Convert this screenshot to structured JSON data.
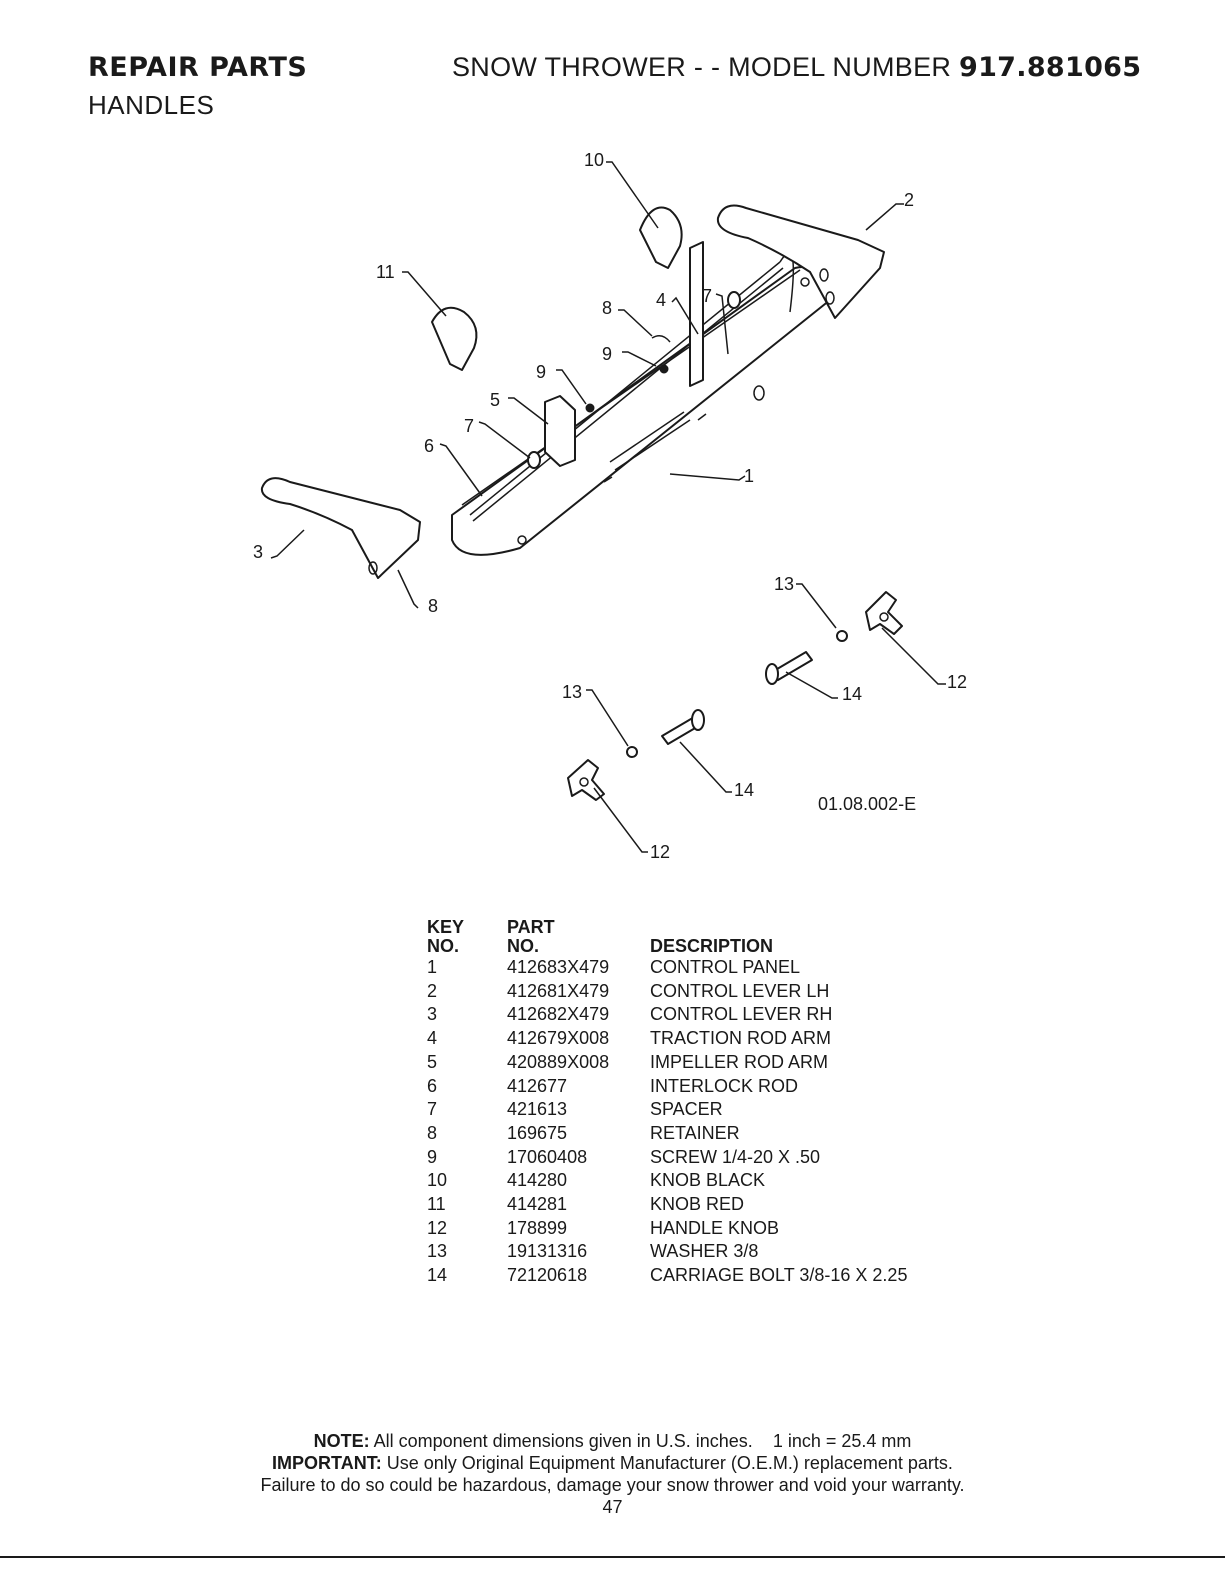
{
  "header": {
    "section": "REPAIR PARTS",
    "title_prefix": "SNOW THROWER - - MODEL NUMBER ",
    "model": "917.881065",
    "subtitle": "HANDLES"
  },
  "diagram": {
    "reference": "01.08.002-E",
    "callouts": [
      "10",
      "2",
      "11",
      "8",
      "4",
      "7",
      "9",
      "9",
      "5",
      "7",
      "6",
      "1",
      "3",
      "8",
      "13",
      "12",
      "14",
      "13",
      "14",
      "12"
    ]
  },
  "parts_table": {
    "headers": {
      "key_top": "KEY",
      "key_bottom": "NO.",
      "part_top": "PART",
      "part_bottom": "NO.",
      "description": "DESCRIPTION"
    },
    "rows": [
      {
        "key": "1",
        "part": "412683X479",
        "desc": "CONTROL PANEL"
      },
      {
        "key": "2",
        "part": "412681X479",
        "desc": "CONTROL LEVER LH"
      },
      {
        "key": "3",
        "part": "412682X479",
        "desc": "CONTROL LEVER RH"
      },
      {
        "key": "4",
        "part": "412679X008",
        "desc": "TRACTION ROD ARM"
      },
      {
        "key": "5",
        "part": "420889X008",
        "desc": "IMPELLER ROD ARM"
      },
      {
        "key": "6",
        "part": "412677",
        "desc": "INTERLOCK ROD"
      },
      {
        "key": "7",
        "part": "421613",
        "desc": "SPACER"
      },
      {
        "key": "8",
        "part": "169675",
        "desc": "RETAINER"
      },
      {
        "key": "9",
        "part": "17060408",
        "desc": "SCREW 1/4-20 X .50"
      },
      {
        "key": "10",
        "part": "414280",
        "desc": "KNOB BLACK"
      },
      {
        "key": "11",
        "part": "414281",
        "desc": "KNOB RED"
      },
      {
        "key": "12",
        "part": "178899",
        "desc": "HANDLE KNOB"
      },
      {
        "key": "13",
        "part": "19131316",
        "desc": "WASHER 3/8"
      },
      {
        "key": "14",
        "part": "72120618",
        "desc": "CARRIAGE BOLT 3/8-16 X 2.25"
      }
    ]
  },
  "notes": {
    "note_label": "NOTE:",
    "note_text": " All component dimensions given in U.S. inches.    1 inch = 25.4 mm",
    "important_label": "IMPORTANT:",
    "important_text": " Use only Original Equipment Manufacturer (O.E.M.) replacement parts.",
    "warning": "Failure to do so could be hazardous, damage your snow thrower and void your warranty.",
    "page_number": "47"
  }
}
